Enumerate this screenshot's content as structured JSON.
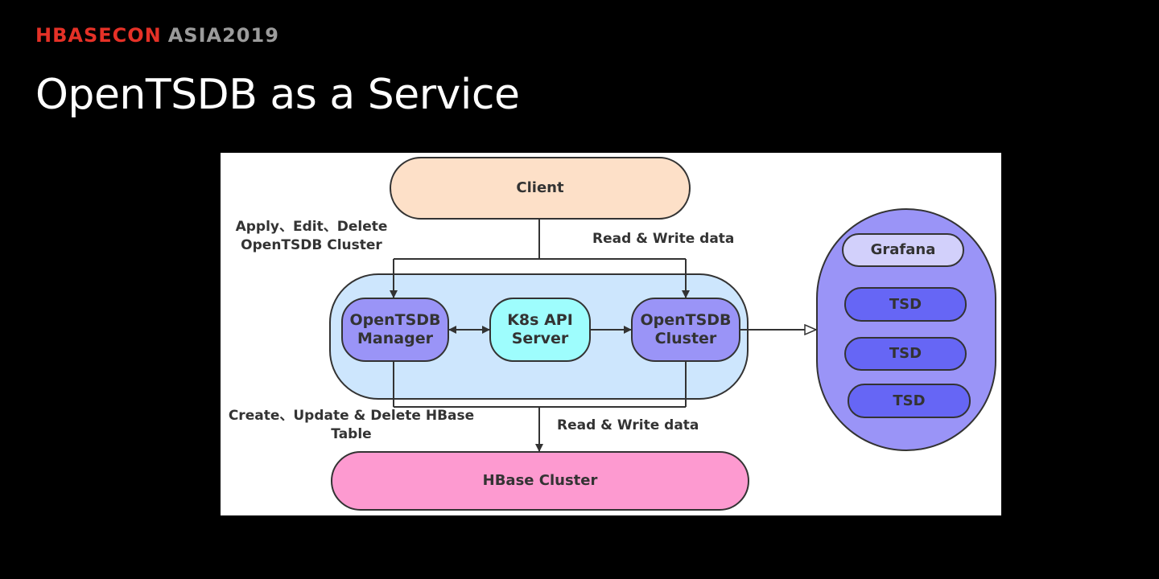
{
  "header": {
    "brand_primary": "HBASECON",
    "brand_secondary": "ASIA2019",
    "title": "OpenTSDB as a Service"
  },
  "diagram": {
    "nodes": {
      "client": "Client",
      "manager": "OpenTSDB\nManager",
      "k8s": "K8s API\nServer",
      "cluster": "OpenTSDB\nCluster",
      "hbase": "HBase Cluster",
      "grafana": "Grafana",
      "tsd1": "TSD",
      "tsd2": "TSD",
      "tsd3": "TSD"
    },
    "labels": {
      "apply_edit_delete": "Apply、Edit、Delete\nOpenTSDB Cluster",
      "read_write_top": "Read & Write data",
      "create_update_delete": "Create、Update & Delete HBase\nTable",
      "read_write_bottom": "Read & Write data"
    },
    "colors": {
      "client": "#fde0c8",
      "service_group": "#cde6fd",
      "opentsdb": "#9a94f7",
      "k8s": "#9efdfd",
      "hbase": "#fd9ad0",
      "tsd_group": "#9a94f7",
      "grafana": "#d2d0fb",
      "tsd": "#6666f5"
    }
  }
}
